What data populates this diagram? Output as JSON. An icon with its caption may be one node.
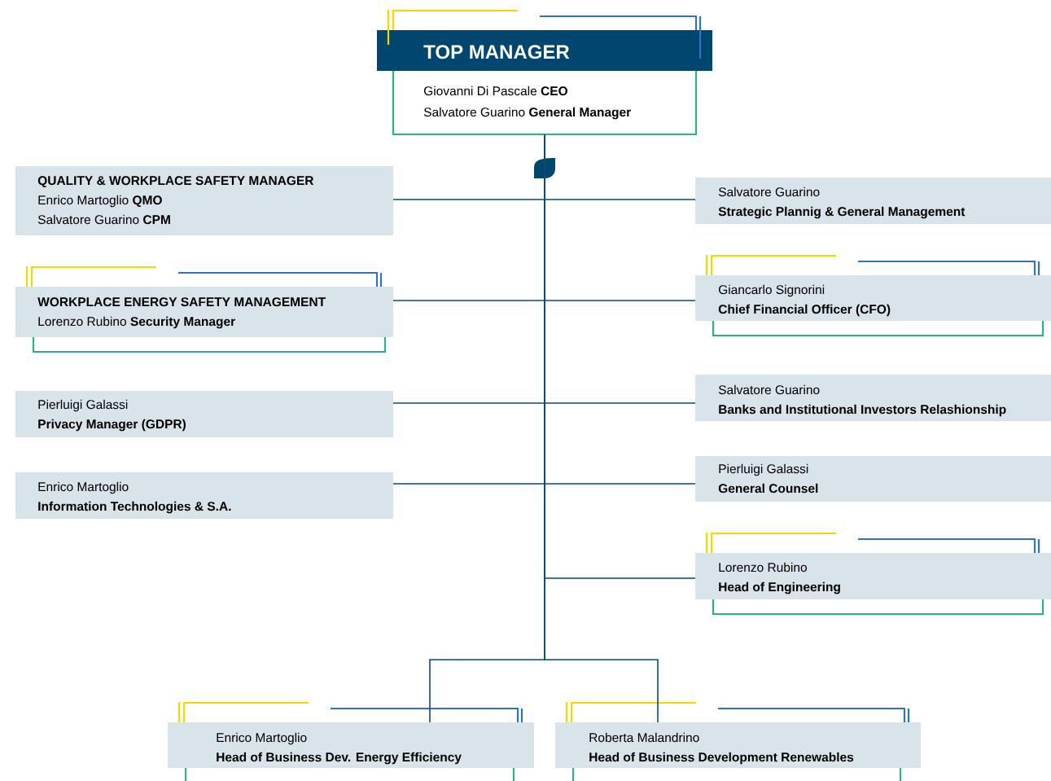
{
  "diagram": {
    "nodes": [
      {
        "text": [
          "TOP MANAGER",
          "Giovanni Di Pascale **CEO**",
          "Salvatore Guarino **General Manager**"
        ]
      },
      {
        "text": [
          "QUALITY & WORKPLACE SAFETY MANAGER",
          "Enrico Martoglio **QMO**",
          "Salvatore Guarino **CPM**"
        ]
      },
      {
        "text": [
          "Salvatore Guarino",
          "Strategic Plannig & General Management"
        ]
      },
      {
        "text": [
          "WORKPLACE ENERGY SAFETY MANAGEMENT",
          "Lorenzo Rubino **Security Manager**"
        ]
      },
      {
        "text": [
          "Giancarlo Signorini",
          "Chief Financial Officer (CFO)"
        ]
      },
      {
        "text": [
          "Pierluigi Galassi",
          "Privacy Manager (GDPR)"
        ]
      },
      {
        "text": [
          "Salvatore Guarino",
          "Banks and Institutional Investors Relashionship"
        ]
      },
      {
        "text": [
          "Enrico Martoglio",
          "Information Technologies & S.A."
        ]
      },
      {
        "text": [
          "Pierluigi Galassi",
          "General Counsel"
        ]
      },
      {
        "text": [
          "Lorenzo Rubino",
          "Head of Engineering"
        ]
      },
      {
        "text": [
          "Enrico Martoglio",
          "Head of Business Dev. Energy Efficiency"
        ]
      },
      {
        "text": [
          "Roberta Malandrino",
          "Head of Business Development Renewables"
        ]
      }
    ],
    "edges": [
      {
        "from": 0,
        "to": 1,
        "arrow": "none"
      },
      {
        "from": 0,
        "to": 2,
        "arrow": "none"
      },
      {
        "from": 0,
        "to": 3,
        "arrow": "none"
      },
      {
        "from": 0,
        "to": 4,
        "arrow": "none"
      },
      {
        "from": 0,
        "to": 5,
        "arrow": "none"
      },
      {
        "from": 0,
        "to": 6,
        "arrow": "none"
      },
      {
        "from": 0,
        "to": 7,
        "arrow": "none"
      },
      {
        "from": 0,
        "to": 8,
        "arrow": "none"
      },
      {
        "from": 0,
        "to": 9,
        "arrow": "none"
      },
      {
        "from": 0,
        "to": 10,
        "arrow": "none"
      },
      {
        "from": 0,
        "to": 11,
        "arrow": "none"
      }
    ]
  }
}
